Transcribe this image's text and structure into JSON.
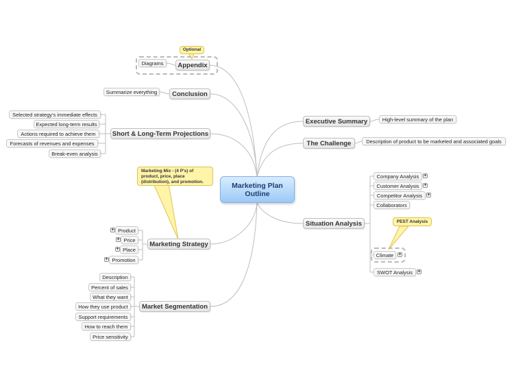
{
  "central": {
    "line1": "Marketing Plan",
    "line2": "Outline"
  },
  "topics": {
    "appendix": "Appendix",
    "conclusion": "Conclusion",
    "projections": "Short & Long-Term Projections",
    "marketing_strategy": "Marketing Strategy",
    "market_segmentation": "Market Segmentation",
    "executive_summary": "Executive Summary",
    "challenge": "The Challenge",
    "situation": "Situation Analysis"
  },
  "appendix_items": [
    "Diagrams"
  ],
  "conclusion_items": [
    "Summarize everything"
  ],
  "projection_items": [
    "Selected strategy's immediate effects",
    "Expected long-term results",
    "Actions required to achieve them",
    "Forecasts of revenues and expenses",
    "Break-even analysis"
  ],
  "strategy_items": [
    "Product",
    "Price",
    "Place",
    "Promotion"
  ],
  "segmentation_items": [
    "Description",
    "Percent of sales",
    "What they want",
    "How they use product",
    "Support requirements",
    "How to reach them",
    "Price sensitivity"
  ],
  "executive_items": [
    "High-level summary of the plan"
  ],
  "challenge_items": [
    "Description of product to be marketed and associated goals"
  ],
  "situation_items": [
    "Company Analysis",
    "Customer Analysis",
    "Competitor Analysis",
    "Collaborators",
    "Climate",
    "SWOT Analysis"
  ],
  "callouts": {
    "optional": "Optional",
    "marketing_mix": "Marketing Mix - (4 P's) of product, price, place (distribution), and promotion.",
    "pest": "PEST Analysis"
  },
  "expand_glyph": "+",
  "colors": {
    "central_top": "#d9ecff",
    "central_bottom": "#9cc9f6",
    "callout_fill": "#fff4a8",
    "connector": "#b8b8b8"
  }
}
